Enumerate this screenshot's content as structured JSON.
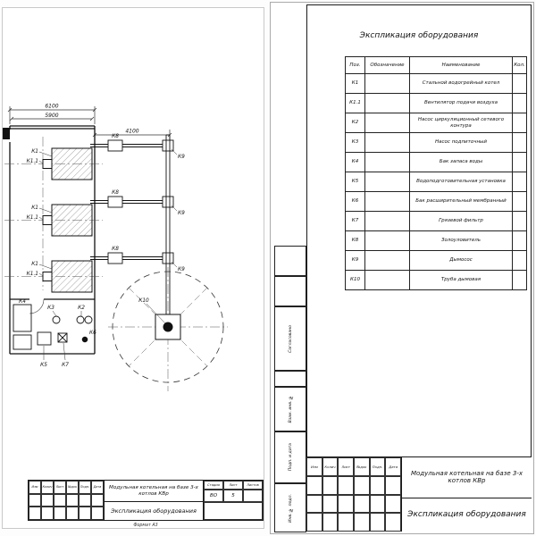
{
  "plan": {
    "dims": {
      "d1": "6100",
      "d2": "5900",
      "d3": "4100"
    },
    "labels": {
      "k1": "К1",
      "k1_1": "К1.1",
      "k2": "К2",
      "k3": "К3",
      "k4": "К4",
      "k5": "К5",
      "k6": "К6",
      "k7": "К7",
      "k8": "К8",
      "k9": "К9",
      "k10": "К10"
    },
    "stamp": {
      "header": [
        "Изм",
        "Колич",
        "Лист",
        "№док",
        "Подп.",
        "Дата"
      ],
      "project": "Модульная котельная на базе 3-х котлов КВр",
      "stage_label": "Стадия",
      "sheet_label": "Лист",
      "sheets_label": "Листов",
      "stage": "ВО",
      "sheet_no": "5",
      "doc_title": "Экспликация оборудования",
      "format": "Формат А3"
    }
  },
  "spec": {
    "title": "Экспликация оборудования",
    "columns": {
      "pos": "Поз.",
      "mark": "Обозначение",
      "name": "Наименование",
      "qty": "Кол."
    },
    "rows": [
      {
        "pos": "К1",
        "name": "Стальной водогрейный котел"
      },
      {
        "pos": "К1.1",
        "name": "Вентилятор подачи воздуха"
      },
      {
        "pos": "К2",
        "name": "Насос циркуляционный сетевого контура"
      },
      {
        "pos": "К3",
        "name": "Насос подпиточный"
      },
      {
        "pos": "К4",
        "name": "Бак запаса воды"
      },
      {
        "pos": "К5",
        "name": "Водоподготовительная установка"
      },
      {
        "pos": "К6",
        "name": "Бак расширительный мембранный"
      },
      {
        "pos": "К7",
        "name": "Грязевой фильтр"
      },
      {
        "pos": "К8",
        "name": "Золоуловитель"
      },
      {
        "pos": "К9",
        "name": "Дымосос"
      },
      {
        "pos": "К10",
        "name": "Труба дымовая"
      }
    ],
    "side_labels": {
      "s1": "Согласовано",
      "s2": "Взам. инв. №",
      "s3": "Подп. и дата",
      "s4": "Инв. № подл."
    },
    "stamp": {
      "header": [
        "Изм",
        "Колич",
        "Лист",
        "№док",
        "Подп.",
        "Дата"
      ],
      "project": "Модульная котельная на базе 3-х котлов КВр",
      "doc_title": "Экспликация оборудования"
    }
  }
}
